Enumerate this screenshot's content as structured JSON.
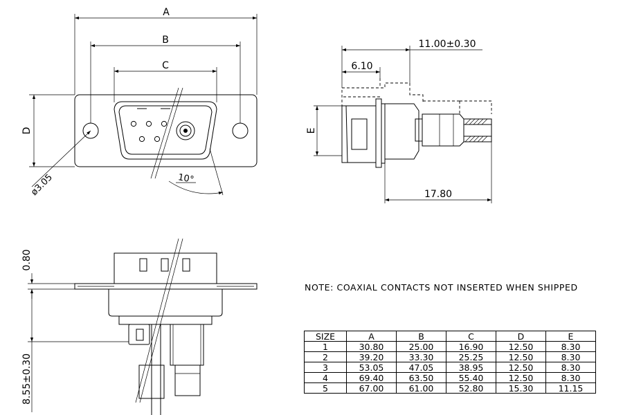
{
  "dimensions": {
    "a": "A",
    "b": "B",
    "c": "C",
    "d": "D",
    "e": "E",
    "dia": "ø3.05",
    "angle": "10°",
    "len_total": "11.00±0.30",
    "len_flange": "6.10",
    "len_body": "17.80",
    "flange_thk": "0.80",
    "pin_len": "8.55±0.30"
  },
  "note": "NOTE: COAXIAL CONTACTS NOT INSERTED WHEN SHIPPED",
  "table": {
    "headers": [
      "SIZE",
      "A",
      "B",
      "C",
      "D",
      "E"
    ],
    "rows": [
      [
        "1",
        "30.80",
        "25.00",
        "16.90",
        "12.50",
        "8.30"
      ],
      [
        "2",
        "39.20",
        "33.30",
        "25.25",
        "12.50",
        "8.30"
      ],
      [
        "3",
        "53.05",
        "47.05",
        "38.95",
        "12.50",
        "8.30"
      ],
      [
        "4",
        "69.40",
        "63.50",
        "55.40",
        "12.50",
        "8.30"
      ],
      [
        "5",
        "67.00",
        "61.00",
        "52.80",
        "15.30",
        "11.15"
      ]
    ]
  }
}
